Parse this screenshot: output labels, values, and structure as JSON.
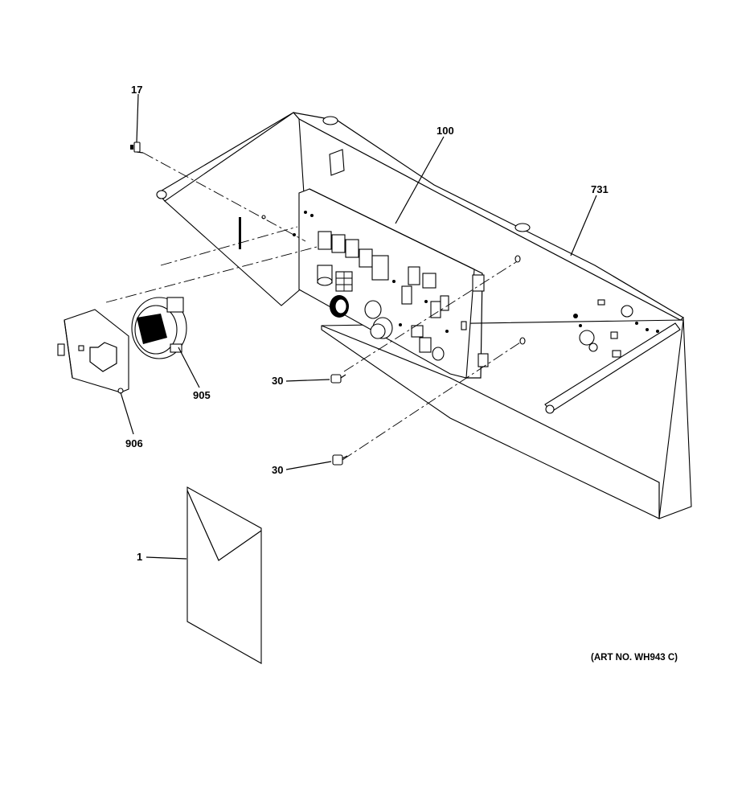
{
  "diagram": {
    "callouts": {
      "c17": "17",
      "c100": "100",
      "c731": "731",
      "c905": "905",
      "c906": "906",
      "c30a": "30",
      "c30b": "30",
      "c1": "1"
    },
    "art_number": "(ART NO. WH943 C)"
  }
}
